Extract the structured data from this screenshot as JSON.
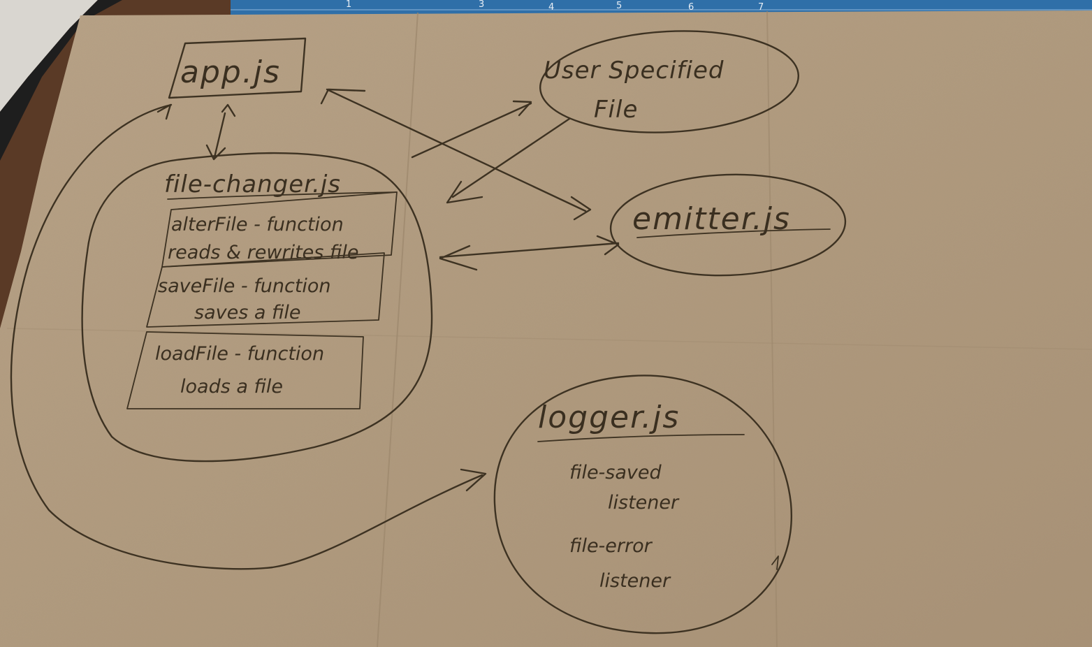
{
  "colors": {
    "napkin": "#b29c80",
    "ink": "#3d3222",
    "table": "#5a3a26",
    "mat": "#2f6fa8"
  },
  "ruler_numbers": [
    "1",
    "3",
    "4",
    "5",
    "6",
    "7"
  ],
  "nodes": {
    "app": {
      "label": "app.js"
    },
    "user_file": {
      "line1": "User Specified",
      "line2": "File"
    },
    "emitter": {
      "label": "emitter.js"
    },
    "file_changer": {
      "label": "file-changer.js",
      "functions": [
        {
          "line1": "alterFile - function",
          "line2": "reads & rewrites file"
        },
        {
          "line1": "saveFile - function",
          "line2": "saves a file"
        },
        {
          "line1": "loadFile - function",
          "line2": "loads a file"
        }
      ]
    },
    "logger": {
      "label": "logger.js",
      "listeners": [
        {
          "line1": "file-saved",
          "line2": "listener"
        },
        {
          "line1": "file-error",
          "line2": "listener"
        }
      ]
    }
  }
}
